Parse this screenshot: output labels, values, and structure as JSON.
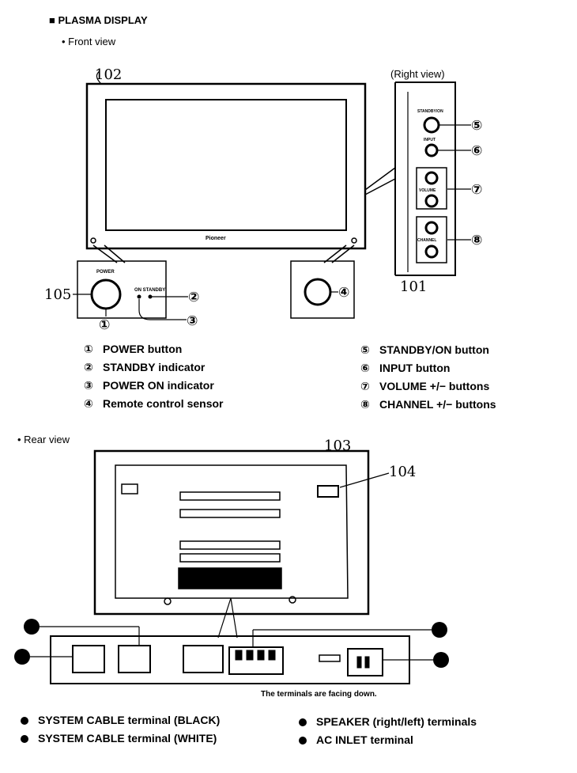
{
  "header": {
    "title": "■ PLASMA DISPLAY",
    "front_view": "• Front view",
    "rear_view": "• Rear view"
  },
  "right_view": {
    "label": "(Right view)",
    "button_labels": {
      "standby": "STANDBY/ON",
      "input": "INPUT",
      "volume": "VOLUME",
      "channel": "CHANNEL"
    }
  },
  "front_panel": {
    "brand": "Pioneer",
    "power_label": "POWER",
    "indicator_label": "ON STANDBY"
  },
  "callouts": [
    "①",
    "②",
    "③",
    "④",
    "⑤",
    "⑥",
    "⑦",
    "⑧"
  ],
  "ref_numbers": {
    "display": "102",
    "right_panel": "101",
    "power": "105",
    "rear": "103",
    "vent": "104"
  },
  "legend_front": [
    {
      "num": "①",
      "text": "POWER button"
    },
    {
      "num": "②",
      "text": "STANDBY indicator"
    },
    {
      "num": "③",
      "text": "POWER ON indicator"
    },
    {
      "num": "④",
      "text": "Remote control sensor"
    },
    {
      "num": "⑤",
      "text": "STANDBY/ON button"
    },
    {
      "num": "⑥",
      "text": "INPUT  button"
    },
    {
      "num": "⑦",
      "text": "VOLUME +/− buttons"
    },
    {
      "num": "⑧",
      "text": "CHANNEL +/− buttons"
    }
  ],
  "rear_note": "The terminals are facing down.",
  "legend_rear": [
    {
      "text": "SYSTEM CABLE terminal (BLACK)"
    },
    {
      "text": "SYSTEM CABLE terminal (WHITE)"
    },
    {
      "text": "SPEAKER (right/left) terminals"
    },
    {
      "text": "AC INLET terminal"
    }
  ]
}
